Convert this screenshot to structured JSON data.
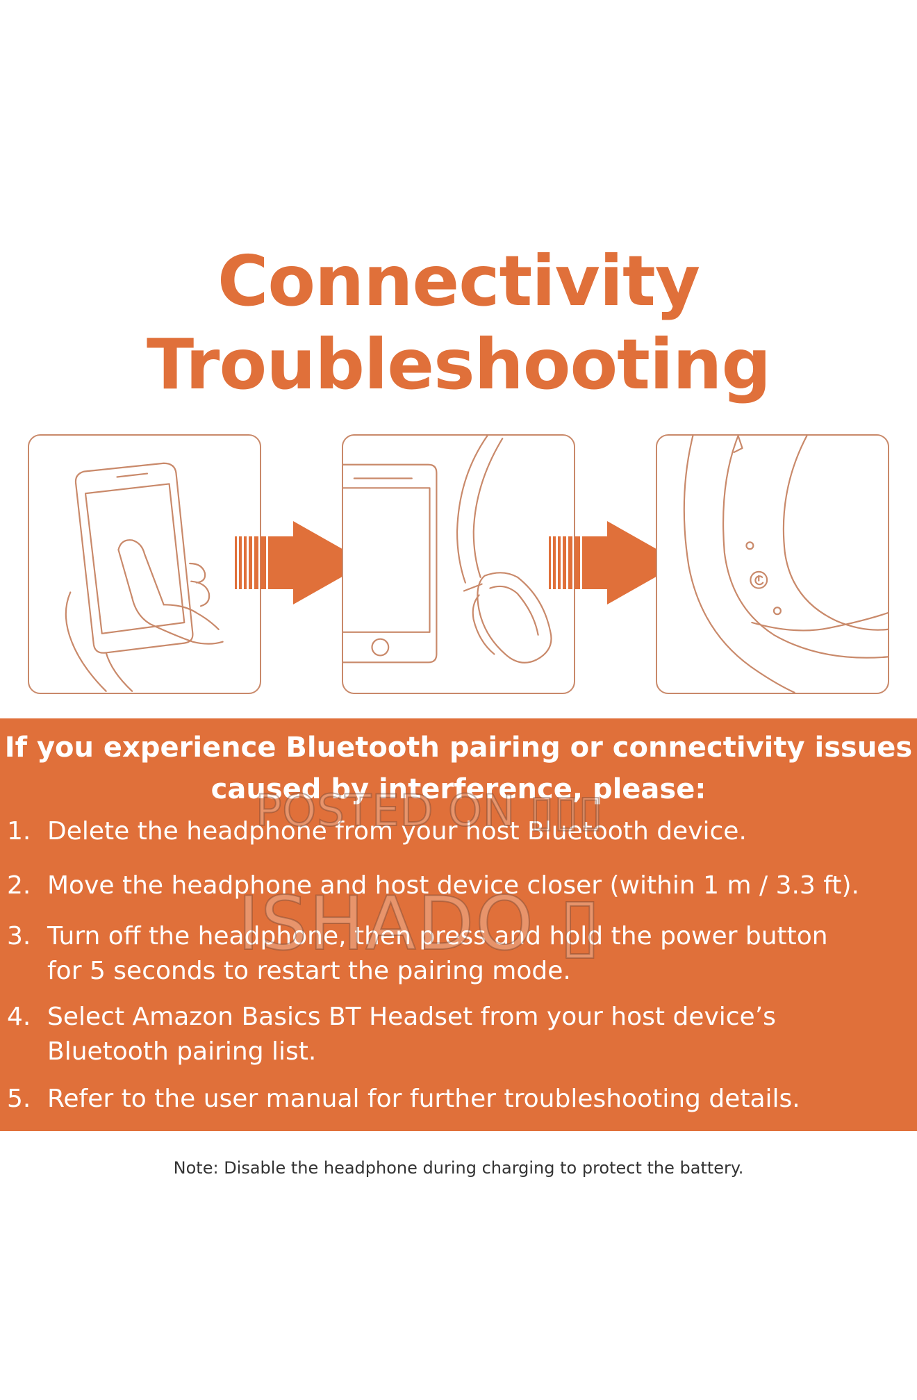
{
  "title": {
    "line1": "Connectivity",
    "line2": "Troubleshooting"
  },
  "illustrations": [
    {
      "icon": "hand-holding-phone-icon"
    },
    {
      "icon": "phone-and-headphone-icon"
    },
    {
      "icon": "headphone-power-button-icon"
    }
  ],
  "instructions": {
    "heading_line1": "If you experience Bluetooth pairing or connectivity issues",
    "heading_line2": "caused by interference, please:",
    "steps": [
      {
        "num": "1.",
        "lines": [
          "Delete the headphone from your host Bluetooth device."
        ]
      },
      {
        "num": "2.",
        "lines": [
          "Move the headphone and host device closer (within 1 m / 3.3 ft)."
        ]
      },
      {
        "num": "3.",
        "lines": [
          "Turn off the headphone, then press and hold the power button",
          "for 5 seconds to restart the pairing mode."
        ]
      },
      {
        "num": "4.",
        "lines": [
          "Select Amazon Basics BT Headset from your host device’s",
          "Bluetooth pairing list."
        ]
      },
      {
        "num": "5.",
        "lines": [
          "Refer to the user manual for further troubleshooting details."
        ]
      }
    ]
  },
  "watermark": {
    "line1": "POSTED ON ▯▯▯",
    "line2": "ISHADO ▯"
  },
  "note": "Note: Disable the headphone during charging to protect the battery.",
  "colors": {
    "accent": "#e0703a",
    "line_art": "#c9896a",
    "text_dark": "#333333"
  }
}
